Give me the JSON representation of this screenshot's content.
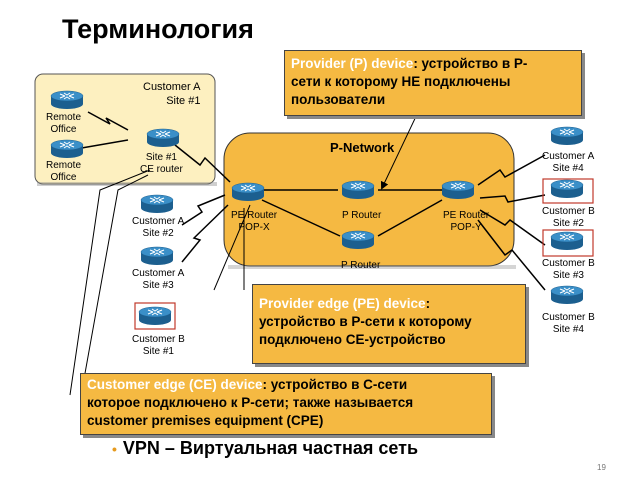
{
  "title": "Терминология",
  "callouts": {
    "p_device": {
      "highlight": "Provider (P) device",
      "line1_rest": ": устройство в P-",
      "line2": "сети к которому НЕ подключены",
      "line3": "пользователи"
    },
    "pe_device": {
      "highlight": "Provider edge (PE) device",
      "line1_rest": ":",
      "line2": "устройство в P-сети к которому",
      "line3": "подключено CE-устройство"
    },
    "ce_device": {
      "highlight": "Customer edge (CE) device",
      "line1_rest": ": устройство в С-сети",
      "line2": "которое подключено к P-сети; также называется",
      "line3": "customer premises equipment (CPE)"
    }
  },
  "site1_box": {
    "label_line1": "Customer  A",
    "label_line2": "Site  #1"
  },
  "p_network": {
    "label": "P-Network"
  },
  "labels": {
    "remote_office_1": [
      "Remote",
      "Office"
    ],
    "remote_office_2": [
      "Remote",
      "Office"
    ],
    "ce_router": [
      "Site #1",
      "CE router"
    ],
    "cust_a_site2": [
      "Customer A",
      "Site #2"
    ],
    "cust_a_site3": [
      "Customer A",
      "Site #3"
    ],
    "cust_b_site1": [
      "Customer B",
      "Site #1"
    ],
    "pe_router_x": [
      "PE Router",
      "POP-X"
    ],
    "p_router_1": [
      "P Router"
    ],
    "p_router_2": [
      "P Router"
    ],
    "pe_router_y": [
      "PE Router",
      "POP-Y"
    ],
    "cust_a_site4": [
      "Customer A",
      "Site #4"
    ],
    "cust_b_site2": [
      "Customer B",
      "Site #2"
    ],
    "cust_b_site3": [
      "Customer B",
      "Site #3"
    ],
    "cust_b_site4": [
      "Customer B",
      "Site #4"
    ]
  },
  "bullet": "VPN – Виртуальная  частная сеть",
  "page_number": "19",
  "colors": {
    "router_top": "#3a8fc8",
    "router_side": "#1c5f8f",
    "cloud_fill": "#f5b942",
    "site_box_fill": "#fdf0c0",
    "highlight_text": "#ffffff",
    "red_frame": "#c0392b"
  }
}
